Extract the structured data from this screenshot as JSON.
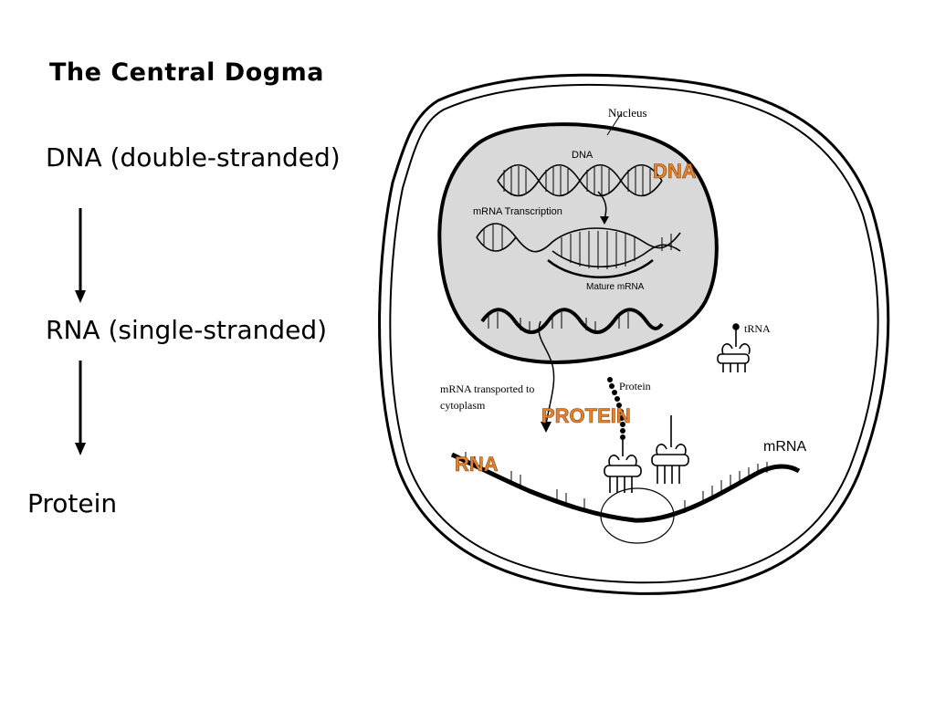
{
  "slide": {
    "title": "The Central Dogma",
    "flow": {
      "dna": "DNA (double-stranded)",
      "rna": "RNA (single-stranded)",
      "protein": "Protein"
    }
  },
  "diagram": {
    "labels": {
      "nucleus": "Nucleus",
      "dna_small": "DNA",
      "dna_big": "DNA",
      "mrna_transcription": "mRNA Transcription",
      "mature_mrna": "Mature mRNA",
      "trna": "tRNA",
      "protein_small": "Protein",
      "mrna_transported_1": "mRNA transported to",
      "mrna_transported_2": "cytoplasm",
      "protein_big": "PROTEIN",
      "rna_big": "RNA",
      "mrna_small": "mRNA"
    },
    "colors": {
      "accent_orange": "#E8832A",
      "nucleus_fill": "#D9D9D9",
      "outline": "#000000"
    }
  }
}
